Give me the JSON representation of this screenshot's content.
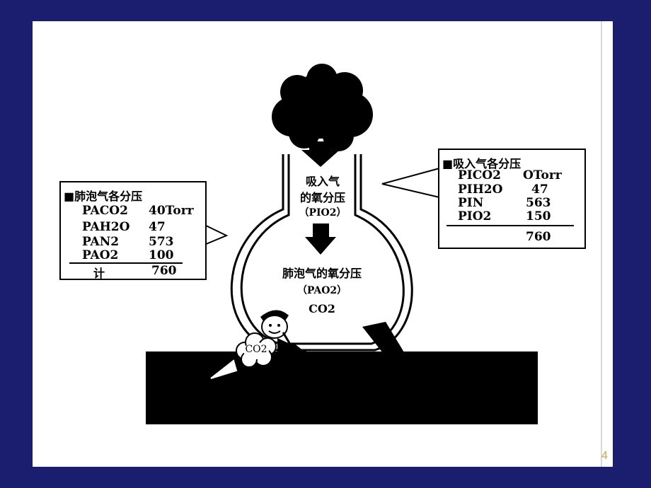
{
  "left_box": {
    "title": "■肺泡气各分压",
    "rows": [
      {
        "name": "PACO2",
        "value": "40Torr"
      },
      {
        "name": "PAH2O",
        "value": "47"
      },
      {
        "name": "PAN2",
        "value": "573"
      },
      {
        "name": "PAO2",
        "value": "100"
      }
    ],
    "total_label": "计",
    "total_value": "760"
  },
  "right_box": {
    "title": "■吸入气各分压",
    "rows": [
      {
        "name": "PICO2",
        "value": "OTorr"
      },
      {
        "name": "PIH2O",
        "value": "47"
      },
      {
        "name": "PIN",
        "value": "563"
      },
      {
        "name": "PIO2",
        "value": "150"
      }
    ],
    "total_value": "760"
  },
  "diagram": {
    "inspired_line1": "吸入气",
    "inspired_line2": "的氧分压",
    "inspired_symbol": "（PIO2）",
    "alveolar_line1": "肺泡气的氧分压",
    "alveolar_symbol": "（PAO2）",
    "co2_label": "CO2",
    "cloud_label": "CO2"
  },
  "page_number": "4"
}
